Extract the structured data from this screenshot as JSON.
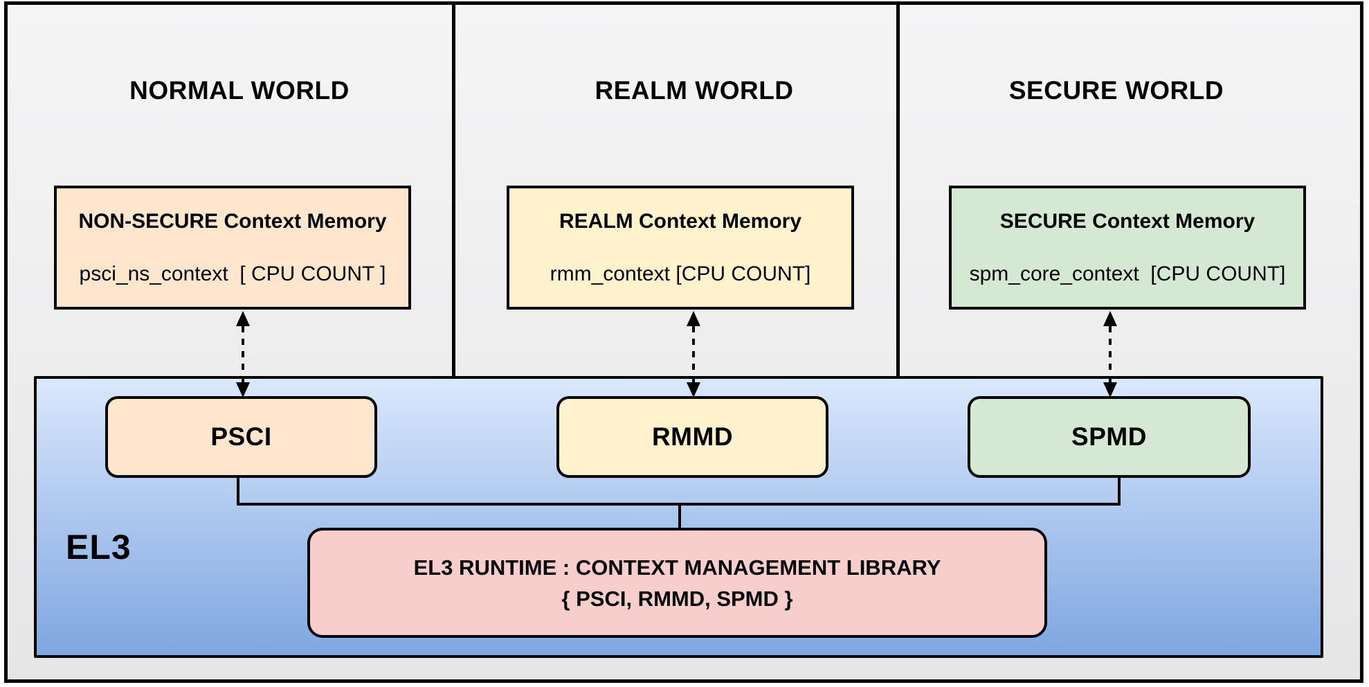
{
  "diagram": {
    "worlds": [
      {
        "title": "NORMAL WORLD",
        "memory_title": "NON-SECURE Context Memory",
        "memory_array": "psci_ns_context  [ CPU COUNT ]",
        "driver": "PSCI"
      },
      {
        "title": "REALM WORLD",
        "memory_title": "REALM Context Memory",
        "memory_array": "rmm_context [CPU COUNT]",
        "driver": "RMMD"
      },
      {
        "title": "SECURE WORLD",
        "memory_title": "SECURE Context Memory",
        "memory_array": "spm_core_context  [CPU COUNT]",
        "driver": "SPMD"
      }
    ],
    "el3": {
      "label": "EL3",
      "runtime_title": "EL3 RUNTIME : CONTEXT MANAGEMENT LIBRARY",
      "runtime_subtitle": "{ PSCI, RMMD, SPMD }"
    }
  },
  "colors": {
    "peach": "#FFE6CC",
    "yellow": "#FFF2CC",
    "green": "#D5E8D4",
    "pink": "#F8CECC",
    "blueLight": "#DAE8FC",
    "blueDark": "#7EA6E0",
    "panelLight": "#F5F5F6",
    "panelDark": "#E6E6E7",
    "border": "#000000"
  }
}
